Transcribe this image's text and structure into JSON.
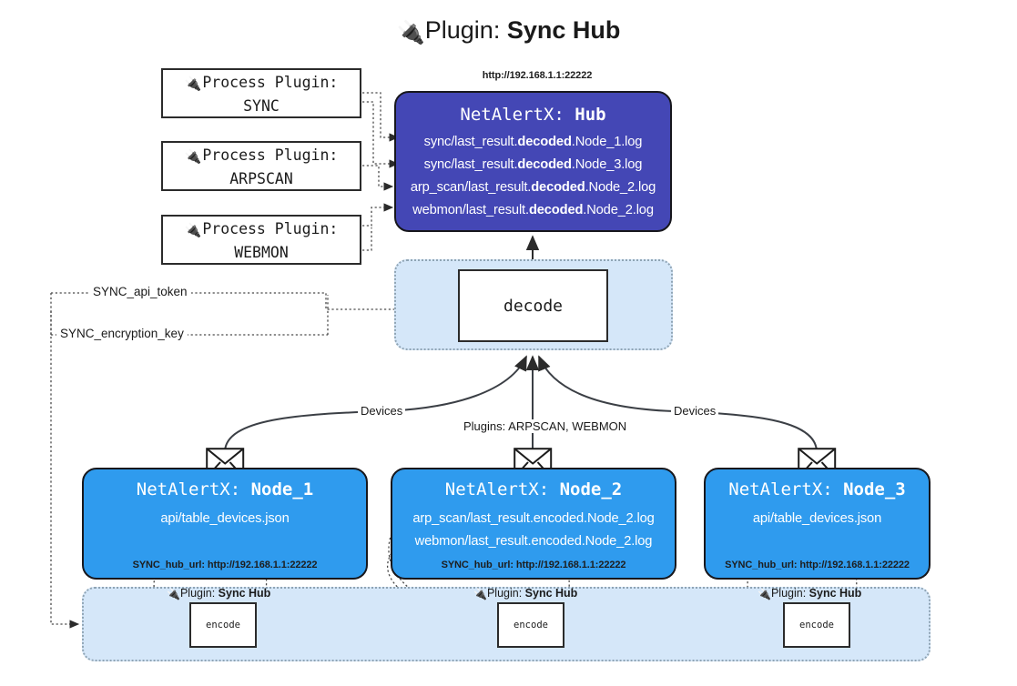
{
  "title": {
    "icon": "plug-icon",
    "prefix": "Plugin: ",
    "name": "Sync Hub"
  },
  "process_plugins": [
    {
      "icon": "plug-icon",
      "line1": "Process Plugin:",
      "line2": "SYNC"
    },
    {
      "icon": "plug-icon",
      "line1": "Process Plugin:",
      "line2": "ARPSCAN"
    },
    {
      "icon": "plug-icon",
      "line1": "Process Plugin:",
      "line2": "WEBMON"
    }
  ],
  "hub": {
    "url": "http://192.168.1.1:22222",
    "title_prefix": "NetAlertX: ",
    "title_name": "Hub",
    "lines": [
      {
        "pre": "sync/last_result.",
        "bold": "decoded",
        "post": ".Node_1.log"
      },
      {
        "pre": "sync/last_result.",
        "bold": "decoded",
        "post": ".Node_3.log"
      },
      {
        "pre": "arp_scan/last_result.",
        "bold": "decoded",
        "post": ".Node_2.log"
      },
      {
        "pre": "webmon/last_result.",
        "bold": "decoded",
        "post": ".Node_2.log"
      }
    ]
  },
  "decode": {
    "label": "decode"
  },
  "secrets": {
    "api_token": "SYNC_api_token",
    "encryption_key": "SYNC_encryption_key"
  },
  "edge_labels": {
    "devices_left": "Devices",
    "devices_right": "Devices",
    "plugins_center": "Plugins: ARPSCAN, WEBMON"
  },
  "nodes": [
    {
      "title_prefix": "NetAlertX: ",
      "title_name": "Node_1",
      "lines": [
        "api/table_devices.json"
      ],
      "hub_url": "SYNC_hub_url: http://192.168.1.1:22222",
      "mail_icon": "envelope-icon"
    },
    {
      "title_prefix": "NetAlertX: ",
      "title_name": "Node_2",
      "lines": [
        "arp_scan/last_result.encoded.Node_2.log",
        "webmon/last_result.encoded.Node_2.log"
      ],
      "hub_url": "SYNC_hub_url: http://192.168.1.1:22222",
      "mail_icon": "envelope-icon"
    },
    {
      "title_prefix": "NetAlertX: ",
      "title_name": "Node_3",
      "lines": [
        "api/table_devices.json"
      ],
      "hub_url": "SYNC_hub_url: http://192.168.1.1:22222",
      "mail_icon": "envelope-icon"
    }
  ],
  "bottom_plugins": [
    {
      "icon": "plug-icon",
      "prefix": "Plugin: ",
      "name": "Sync Hub",
      "box_label": "encode"
    },
    {
      "icon": "plug-icon",
      "prefix": "Plugin: ",
      "name": "Sync Hub",
      "box_label": "encode"
    },
    {
      "icon": "plug-icon",
      "prefix": "Plugin: ",
      "name": "Sync Hub",
      "box_label": "encode"
    }
  ],
  "colors": {
    "hub_fill": "#4447b5",
    "node_fill": "#2f9bee",
    "band_fill": "#d5e7f9",
    "band_border": "#8fa4b4",
    "stroke": "#2b2b2b",
    "background": "#ffffff"
  }
}
